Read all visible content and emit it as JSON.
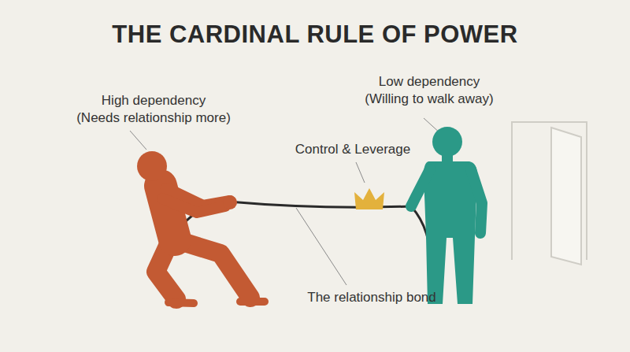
{
  "diagram": {
    "title": "THE CARDINAL RULE OF POWER",
    "labels": [
      "High dependency",
      "(Needs relationship more)",
      "Low dependency",
      "(Willing to walk away)",
      "Control & Leverage",
      "The relationship bond"
    ]
  }
}
